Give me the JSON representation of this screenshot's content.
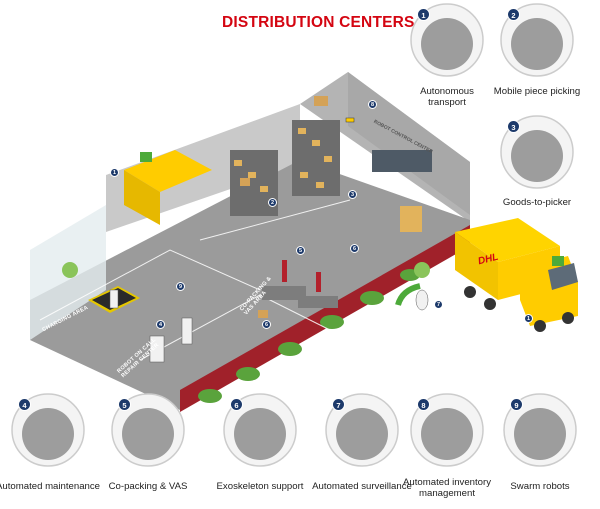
{
  "title": "DISTRIBUTION CENTERS",
  "features": [
    {
      "num": "1",
      "label": "Autonomous\ntransport"
    },
    {
      "num": "2",
      "label": "Mobile piece picking"
    },
    {
      "num": "3",
      "label": "Goods-to-picker"
    },
    {
      "num": "4",
      "label": "Automated maintenance"
    },
    {
      "num": "5",
      "label": "Co-packing & VAS"
    },
    {
      "num": "6",
      "label": "Exoskeleton support"
    },
    {
      "num": "7",
      "label": "Automated surveillance"
    },
    {
      "num": "8",
      "label": "Automated inventory\nmanagement"
    },
    {
      "num": "9",
      "label": "Swarm robots"
    }
  ],
  "floor_labels": {
    "charging": "CHARGING AREA",
    "repair": "ROBOT ON CALL\nREPAIR CENTER",
    "copacking": "CO-PACKING &\nVAS AREA",
    "control": "ROBOT CONTROL CENTER"
  },
  "truck_logo": "DHL",
  "colors": {
    "accent": "#d40511",
    "badge": "#1d3a6b",
    "dhl_yellow": "#ffcc00"
  }
}
